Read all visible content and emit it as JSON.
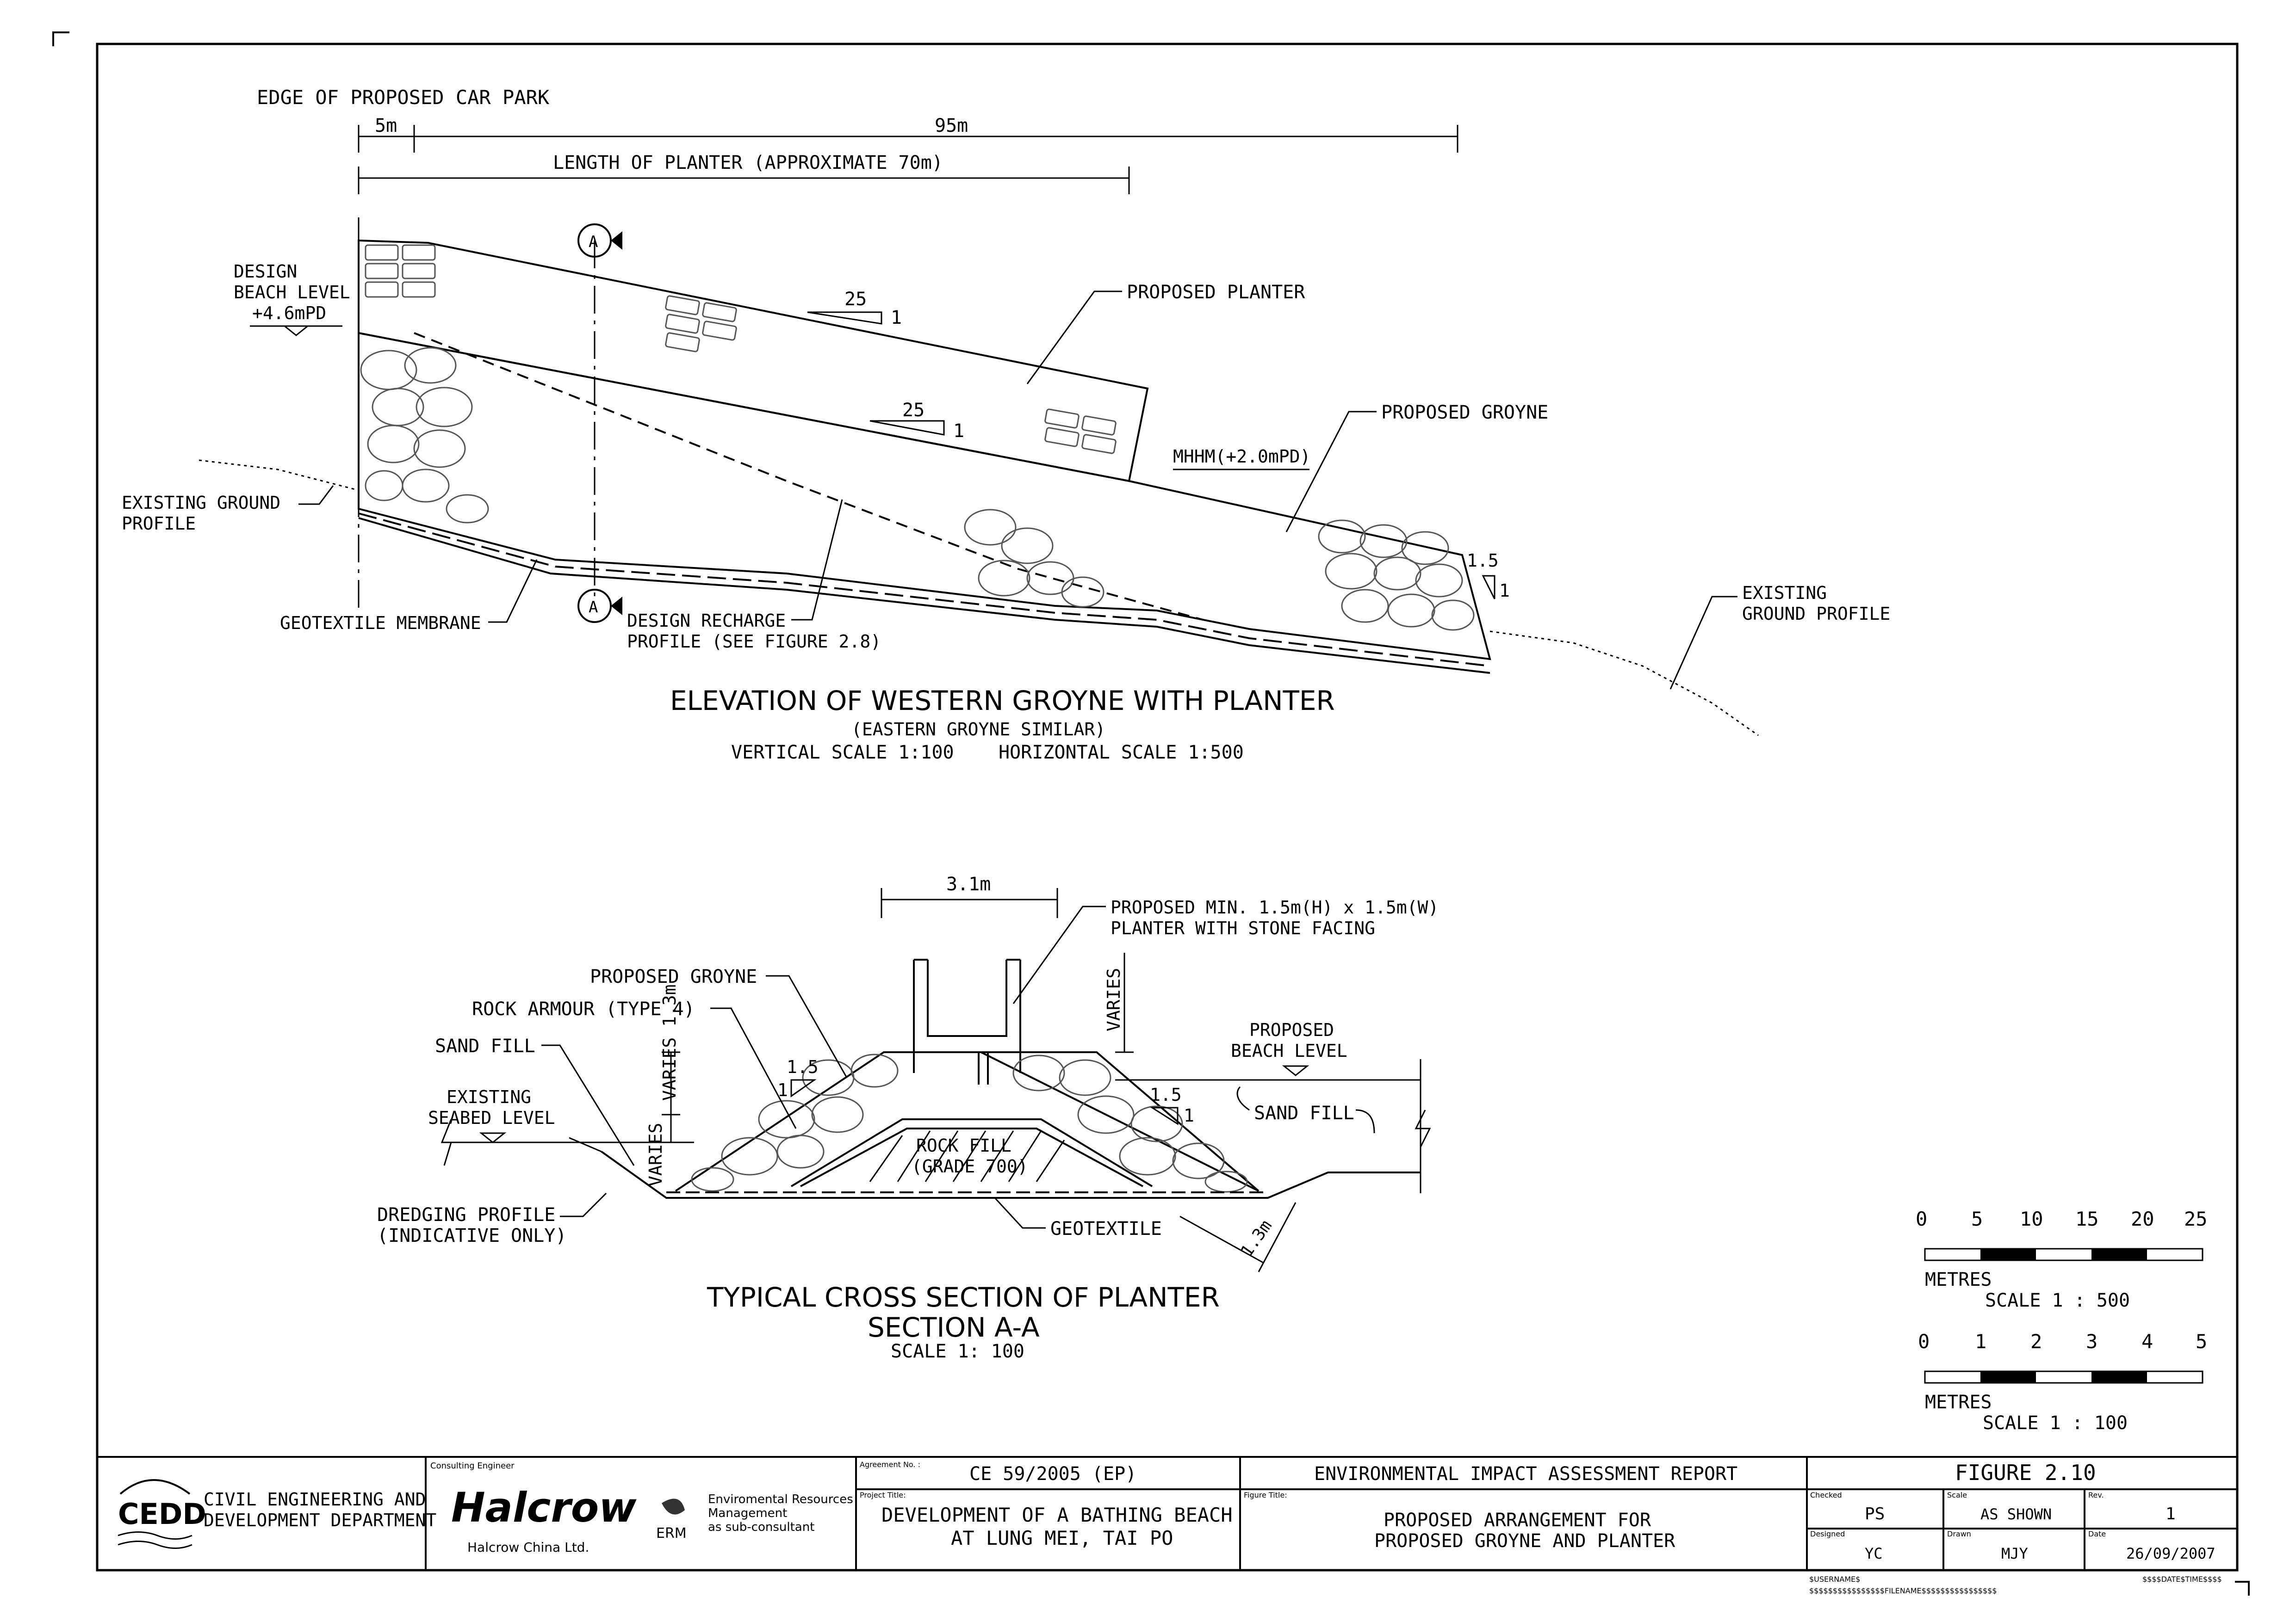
{
  "elevation": {
    "label_edge_car_park": "EDGE OF PROPOSED CAR PARK",
    "dim_5m": "5m",
    "dim_95m": "95m",
    "dim_planter_length": "LENGTH OF PLANTER (APPROXIMATE 70m)",
    "section_marker": "A",
    "design_beach_level_1": "DESIGN",
    "design_beach_level_2": "BEACH LEVEL",
    "design_beach_level_3": "+4.6mPD",
    "slope_upper_run": "25",
    "slope_upper_rise": "1",
    "slope_lower_run": "25",
    "slope_lower_rise": "1",
    "label_proposed_planter": "PROPOSED PLANTER",
    "label_proposed_groyne": "PROPOSED GROYNE",
    "label_mhhm": "MHHM(+2.0mPD)",
    "slope_end_run": "1.5",
    "slope_end_rise": "1",
    "label_existing_ground_left_1": "EXISTING GROUND",
    "label_existing_ground_left_2": "PROFILE",
    "label_existing_ground_right_1": "EXISTING",
    "label_existing_ground_right_2": "GROUND PROFILE",
    "label_geotextile_membrane": "GEOTEXTILE MEMBRANE",
    "label_design_recharge_1": "DESIGN RECHARGE",
    "label_design_recharge_2": "PROFILE (SEE FIGURE 2.8)",
    "title": "ELEVATION OF WESTERN GROYNE WITH PLANTER",
    "subtitle": "(EASTERN GROYNE SIMILAR)",
    "scale_note": "VERTICAL SCALE 1:100    HORIZONTAL SCALE 1:500"
  },
  "section": {
    "dim_3_1m": "3.1m",
    "label_planter_1": "PROPOSED MIN. 1.5m(H) x 1.5m(W)",
    "label_planter_2": "PLANTER WITH STONE FACING",
    "label_varies_top": "VARIES",
    "label_proposed_groyne": "PROPOSED GROYNE",
    "label_rock_armour": "ROCK ARMOUR (TYPE 4)",
    "label_sand_fill_left": "SAND FILL",
    "label_existing_seabed_1": "EXISTING",
    "label_existing_seabed_2": "SEABED LEVEL",
    "label_varies_13m": "VARIES 1.3m",
    "slope_left_run": "1.5",
    "slope_left_rise": "1",
    "slope_right_run": "1.5",
    "slope_right_rise": "1",
    "label_rock_fill_1": "ROCK FILL",
    "label_rock_fill_2": "(GRADE 700)",
    "label_proposed_beach_1": "PROPOSED",
    "label_proposed_beach_2": "BEACH LEVEL",
    "label_sand_fill_right": "SAND FILL",
    "label_dredging_1": "DREDGING PROFILE",
    "label_dredging_2": "(INDICATIVE ONLY)",
    "label_varies_left": "VARIES",
    "label_geotextile": "GEOTEXTILE",
    "dim_1_3m": "1.3m",
    "title": "TYPICAL CROSS SECTION OF PLANTER",
    "subtitle": "SECTION A-A",
    "scale_note": "SCALE 1: 100"
  },
  "scale_bars": {
    "bar1_ticks": [
      "0",
      "5",
      "10",
      "15",
      "20",
      "25"
    ],
    "bar1_unit": "METRES",
    "bar1_scale": "SCALE 1 : 500",
    "bar2_ticks": [
      "0",
      "1",
      "2",
      "3",
      "4",
      "5"
    ],
    "bar2_unit": "METRES",
    "bar2_scale": "SCALE 1 : 100"
  },
  "title_block": {
    "cedd_logo": "CEDD",
    "cedd_line1": "CIVIL ENGINEERING AND",
    "cedd_line2": "DEVELOPMENT DEPARTMENT",
    "consulting_engineer_label": "Consulting Engineer",
    "halcrow_logo": "Halcrow",
    "halcrow_sub": "Halcrow China Ltd.",
    "erm_logo": "ERM",
    "erm_line1": "Enviromental Resources",
    "erm_line2": "Management",
    "erm_line3": "as sub-consultant",
    "agreement_label": "Agreement No. :",
    "agreement_no": "CE 59/2005 (EP)",
    "report_title": "ENVIRONMENTAL IMPACT ASSESSMENT REPORT",
    "figure_no": "FIGURE 2.10",
    "project_title_label": "Project Title:",
    "project_title_1": "DEVELOPMENT OF A BATHING BEACH",
    "project_title_2": "AT LUNG MEI, TAI PO",
    "figure_title_label": "Figure Title:",
    "figure_title_1": "PROPOSED ARRANGEMENT FOR",
    "figure_title_2": "PROPOSED GROYNE AND PLANTER",
    "checked_label": "Checked",
    "checked": "PS",
    "scale_label": "Scale",
    "scale": "AS SHOWN",
    "rev_label": "Rev.",
    "rev": "1",
    "designed_label": "Designed",
    "designed": "YC",
    "drawn_label": "Drawn",
    "drawn": "MJY",
    "date_label": "Date",
    "date": "26/09/2007",
    "username": "$USERNAME$",
    "filename": "$$$$$$$$$$$$$$$$FILENAME$$$$$$$$$$$$$$$$",
    "datetime": "$$$$DATE$TIME$$$$"
  }
}
